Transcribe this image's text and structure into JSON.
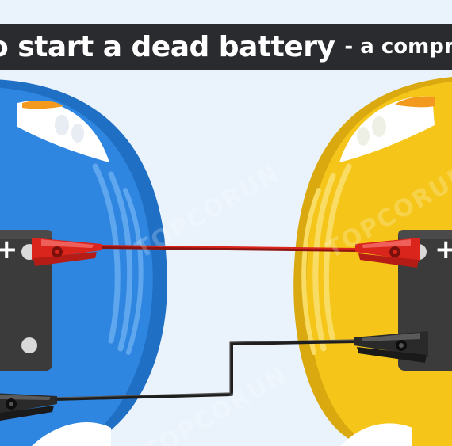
{
  "title": {
    "main": "o start a dead battery",
    "subtitle": "- a comprehens"
  },
  "watermark": {
    "text": "TOPCORUN"
  },
  "colors": {
    "background": "#eaf3fc",
    "title_bar": "#2a2b2f",
    "blue_car": "#2f86e0",
    "yellow_car": "#f5c619",
    "battery": "#3b3b3b",
    "red_cable": "#d9251c",
    "black_cable": "#2a2a2a"
  },
  "battery_labels": {
    "positive": "+"
  },
  "icons": {
    "blue_car": "car-front-icon",
    "yellow_car": "car-front-icon",
    "clamp": "alligator-clamp-icon",
    "terminal": "battery-terminal-icon"
  }
}
